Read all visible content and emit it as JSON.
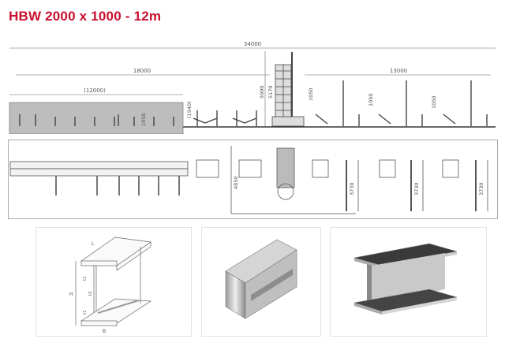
{
  "title": "HBW 2000 x 1000 - 12m",
  "side_view": {
    "dim_total": "34000",
    "dim_infeed": "18000",
    "dim_beam": "(12000)",
    "dim_beam_height": "(1940)",
    "dim_table_height": "1050",
    "dim_machine_height": "5900",
    "dim_machine_inner": "5170",
    "dim_outfeed": "13000",
    "dim_outfeed_height_1": "1050",
    "dim_outfeed_height_2": "1050",
    "dim_outfeed_height_3": "1050"
  },
  "top_view": {
    "dim_width": "4850",
    "dim_station_1": "3730",
    "dim_station_2": "3730",
    "dim_station_3": "3730"
  },
  "beam_drawing": {
    "label_length": "L",
    "label_height": "H",
    "label_flange_top": "t1",
    "label_web": "t2",
    "label_flange_bottom": "t1",
    "label_width": "B"
  },
  "colors": {
    "title": "#c8102e",
    "line": "#555555",
    "beam_fill": "#bdbdbd"
  }
}
